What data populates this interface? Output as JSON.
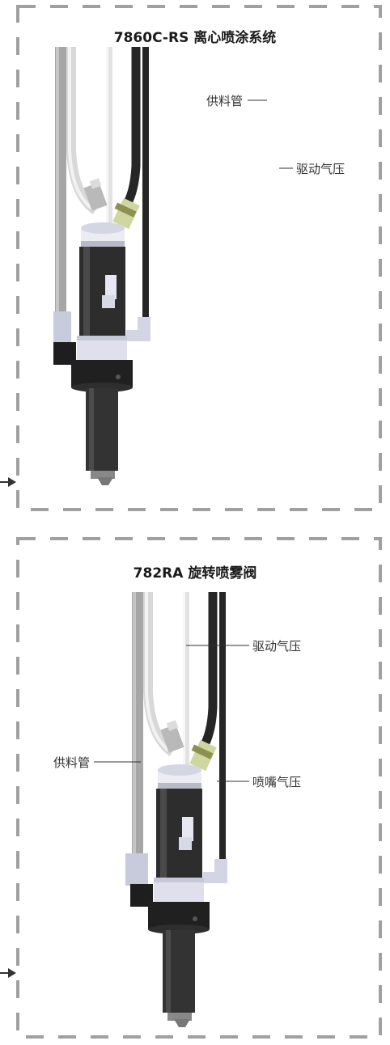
{
  "panels": [
    {
      "title": "7860C-RS 离心喷涂系统",
      "labels": {
        "supply_tube": "供料管",
        "drive_air": "驱动气压"
      }
    },
    {
      "title": "782RA 旋转喷雾阀",
      "labels": {
        "drive_air": "驱动气压",
        "nozzle_air": "喷嘴气压",
        "supply_tube": "供料管"
      }
    }
  ],
  "colors": {
    "frame_dash": "#a0a0a0",
    "arrow": "#333333",
    "valve_body": "#2d2d2d",
    "collar": "#dfe0ec",
    "tube_grey": "#a6a6a6",
    "tube_white": "#eaeaea",
    "tube_black": "#262626"
  }
}
